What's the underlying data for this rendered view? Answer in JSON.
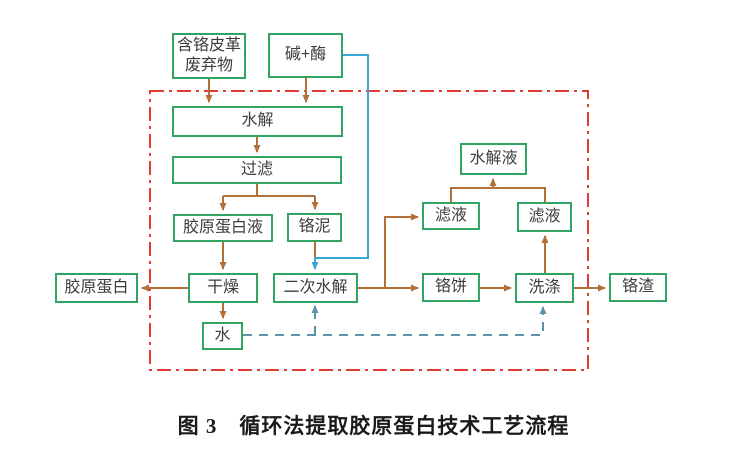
{
  "figure": {
    "caption": "图 3　循环法提取胶原蛋白技术工艺流程"
  },
  "colors": {
    "box_border_green": "#2fa463",
    "arrow_orange": "#b1703a",
    "arrow_blue": "#3ba7d8",
    "arrow_teal_dashed": "#5d93a8",
    "boundary_red": "#e33b33",
    "text": "#3d3d3d"
  },
  "nodes": [
    {
      "id": "waste",
      "label": "含铬皮革废弃物"
    },
    {
      "id": "alkali-enzyme",
      "label": "碱+酶"
    },
    {
      "id": "hydrolysis",
      "label": "水解"
    },
    {
      "id": "filtration",
      "label": "过滤"
    },
    {
      "id": "collagen-liquid",
      "label": "胶原蛋白液"
    },
    {
      "id": "chrome-mud",
      "label": "铬泥"
    },
    {
      "id": "drying",
      "label": "干燥"
    },
    {
      "id": "secondary-hydrolysis",
      "label": "二次水解"
    },
    {
      "id": "water",
      "label": "水"
    },
    {
      "id": "collagen",
      "label": "胶原蛋白"
    },
    {
      "id": "hydrolysate",
      "label": "水解液"
    },
    {
      "id": "filtrate-left",
      "label": "滤液"
    },
    {
      "id": "filtrate-right",
      "label": "滤液"
    },
    {
      "id": "chrome-cake",
      "label": "铬饼"
    },
    {
      "id": "washing",
      "label": "洗涤"
    },
    {
      "id": "chrome-residue",
      "label": "铬渣"
    }
  ],
  "edges": [
    {
      "from": "waste",
      "to": "hydrolysis",
      "style": "orange-solid"
    },
    {
      "from": "alkali-enzyme",
      "to": "hydrolysis",
      "style": "orange-solid"
    },
    {
      "from": "alkali-enzyme",
      "to": "secondary-hydrolysis",
      "style": "blue-solid"
    },
    {
      "from": "hydrolysis",
      "to": "filtration",
      "style": "orange-solid"
    },
    {
      "from": "filtration",
      "to": "collagen-liquid",
      "style": "orange-solid"
    },
    {
      "from": "filtration",
      "to": "chrome-mud",
      "style": "orange-solid"
    },
    {
      "from": "collagen-liquid",
      "to": "drying",
      "style": "orange-solid"
    },
    {
      "from": "chrome-mud",
      "to": "secondary-hydrolysis",
      "style": "orange-solid"
    },
    {
      "from": "drying",
      "to": "collagen",
      "style": "orange-solid"
    },
    {
      "from": "drying",
      "to": "water",
      "style": "orange-solid"
    },
    {
      "from": "secondary-hydrolysis",
      "to": "chrome-cake",
      "style": "orange-solid"
    },
    {
      "from": "secondary-hydrolysis",
      "to": "filtrate-left",
      "style": "orange-solid"
    },
    {
      "from": "chrome-cake",
      "to": "washing",
      "style": "orange-solid"
    },
    {
      "from": "washing",
      "to": "chrome-residue",
      "style": "orange-solid"
    },
    {
      "from": "washing",
      "to": "filtrate-right",
      "style": "orange-solid"
    },
    {
      "from": "filtrate-left",
      "to": "hydrolysate",
      "style": "orange-solid"
    },
    {
      "from": "filtrate-right",
      "to": "hydrolysate",
      "style": "orange-solid"
    },
    {
      "from": "water",
      "to": "secondary-hydrolysis",
      "style": "teal-dashed"
    },
    {
      "from": "water",
      "to": "washing",
      "style": "teal-dashed"
    }
  ],
  "boundary": {
    "meaning": "process-boundary",
    "style": "red-dash-dot"
  }
}
